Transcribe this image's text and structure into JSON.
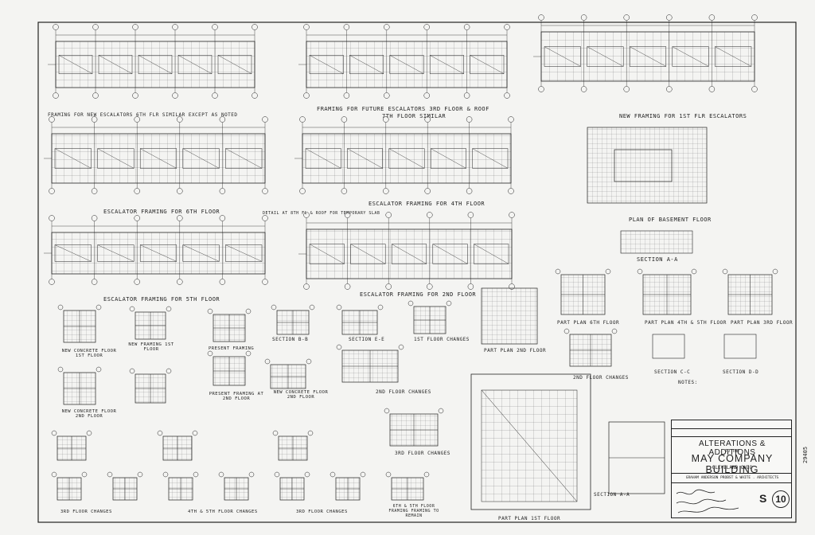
{
  "drawing": {
    "labels": {
      "future_escalators": "FRAMING FOR FUTURE ESCALATORS 3RD FLOOR & ROOF",
      "seventh_similar": "7TH FLOOR SIMILAR",
      "new_escalators_6th": "FRAMING FOR NEW ESCALATORS 6TH FLR SIMILAR EXCEPT AS NOTED",
      "new_framing_1st": "NEW FRAMING FOR 1ST FLR ESCALATORS",
      "escalator_6th": "ESCALATOR FRAMING FOR 6TH FLOOR",
      "escalator_4th": "ESCALATOR FRAMING FOR 4TH FLOOR",
      "detail_roof": "DETAIL AT 8TH FL & ROOF FOR TEMPORARY SLAB",
      "plan_basement": "PLAN OF BASEMENT FLOOR",
      "section_aa_top": "SECTION A-A",
      "escalator_5th": "ESCALATOR FRAMING FOR 5TH FLOOR",
      "escalator_2nd": "ESCALATOR FRAMING FOR 2ND FLOOR",
      "part_plan_6th": "PART PLAN 6TH FLOOR",
      "part_plan_4th_5th": "PART PLAN 4TH & 5TH FLOOR",
      "part_plan_3rd": "PART PLAN 3RD FLOOR",
      "section_bb": "SECTION B-B",
      "section_ee": "SECTION E-E",
      "first_floor_changes": "1ST FLOOR CHANGES",
      "part_plan_2nd": "PART PLAN 2ND FLOOR",
      "new_concrete_1st": "NEW CONCRETE FLOOR 1ST FLOOR",
      "new_framing_1st_small": "NEW FRAMING 1ST FLOOR",
      "present_framing": "PRESENT FRAMING",
      "section_cc": "SECTION C-C",
      "section_dd": "SECTION D-D",
      "second_floor_changes": "2ND FLOOR CHANGES",
      "notes": "NOTES:",
      "new_concrete_2nd": "NEW CONCRETE FLOOR 2ND FLOOR",
      "present_framing_2nd": "PRESENT FRAMING AT 2ND FLOOR",
      "new_concrete_2nd_b": "NEW CONCRETE FLOOR 2ND FLOOR",
      "second_floor_changes_b": "2ND FLOOR CHANGES",
      "third_floor_changes": "3RD FLOOR CHANGES",
      "section_aa_bottom": "SECTION A-A",
      "part_plan_1st": "PART PLAN 1ST FLOOR",
      "third_floor_changes_b": "3RD FLOOR CHANGES",
      "fourth_fifth_changes": "4TH & 5TH FLOOR CHANGES",
      "third_floor_changes_c": "3RD FLOOR CHANGES",
      "sixth_framing": "6TH & 5TH FLOOR FRAMING FRAMING TO REMAIN"
    },
    "title_block": {
      "title1": "ALTERATIONS & ADDITIONS",
      "to_the": "TO THE",
      "title2": "MAY COMPANY BUILDING",
      "city": "CLEVELAND OHIO",
      "architects": "GRAHAM ANDERSON PROBST & WHITE . ARCHITECTS",
      "sheet_prefix": "S",
      "sheet_number": "10"
    },
    "side_code": "29405"
  }
}
